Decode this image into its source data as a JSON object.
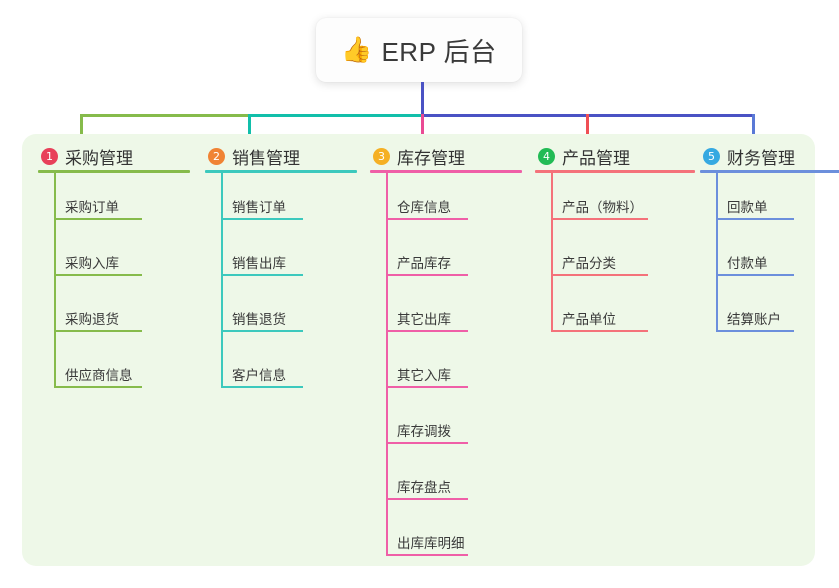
{
  "root": {
    "icon": "thumbs-up-emoji",
    "emoji": "👍",
    "title": "ERP 后台"
  },
  "panel": {
    "background_color": "#eef8e8"
  },
  "connectors": {
    "stem_color": "#4a52c4",
    "bus_colors": [
      "#86bb4b",
      "#11bfaa",
      "#4a52c4"
    ],
    "drop_colors": [
      "#86bb4b",
      "#11bfaa",
      "#ea4a94",
      "#ef4f55",
      "#5a79d6"
    ]
  },
  "columns": [
    {
      "number": "1",
      "title": "采购管理",
      "badge_color": "#e8405a",
      "line_color": "#86bb4b",
      "item_rule_width": 88,
      "items": [
        "采购订单",
        "采购入库",
        "采购退货",
        "供应商信息"
      ]
    },
    {
      "number": "2",
      "title": "销售管理",
      "badge_color": "#f08334",
      "line_color": "#3cc9bd",
      "item_rule_width": 82,
      "items": [
        "销售订单",
        "销售出库",
        "销售退货",
        "客户信息"
      ]
    },
    {
      "number": "3",
      "title": "库存管理",
      "badge_color": "#f5b024",
      "line_color": "#ef5fa7",
      "item_rule_width": 82,
      "items": [
        "仓库信息",
        "产品库存",
        "其它出库",
        "其它入库",
        "库存调拨",
        "库存盘点",
        "出库库明细"
      ]
    },
    {
      "number": "4",
      "title": "产品管理",
      "badge_color": "#22bb55",
      "line_color": "#f4727a",
      "item_rule_width": 97,
      "items": [
        "产品（物料）",
        "产品分类",
        "产品单位"
      ]
    },
    {
      "number": "5",
      "title": "财务管理",
      "badge_color": "#36a9e1",
      "line_color": "#6c8fdc",
      "item_rule_width": 78,
      "items": [
        "回款单",
        "付款单",
        "结算账户"
      ]
    }
  ]
}
